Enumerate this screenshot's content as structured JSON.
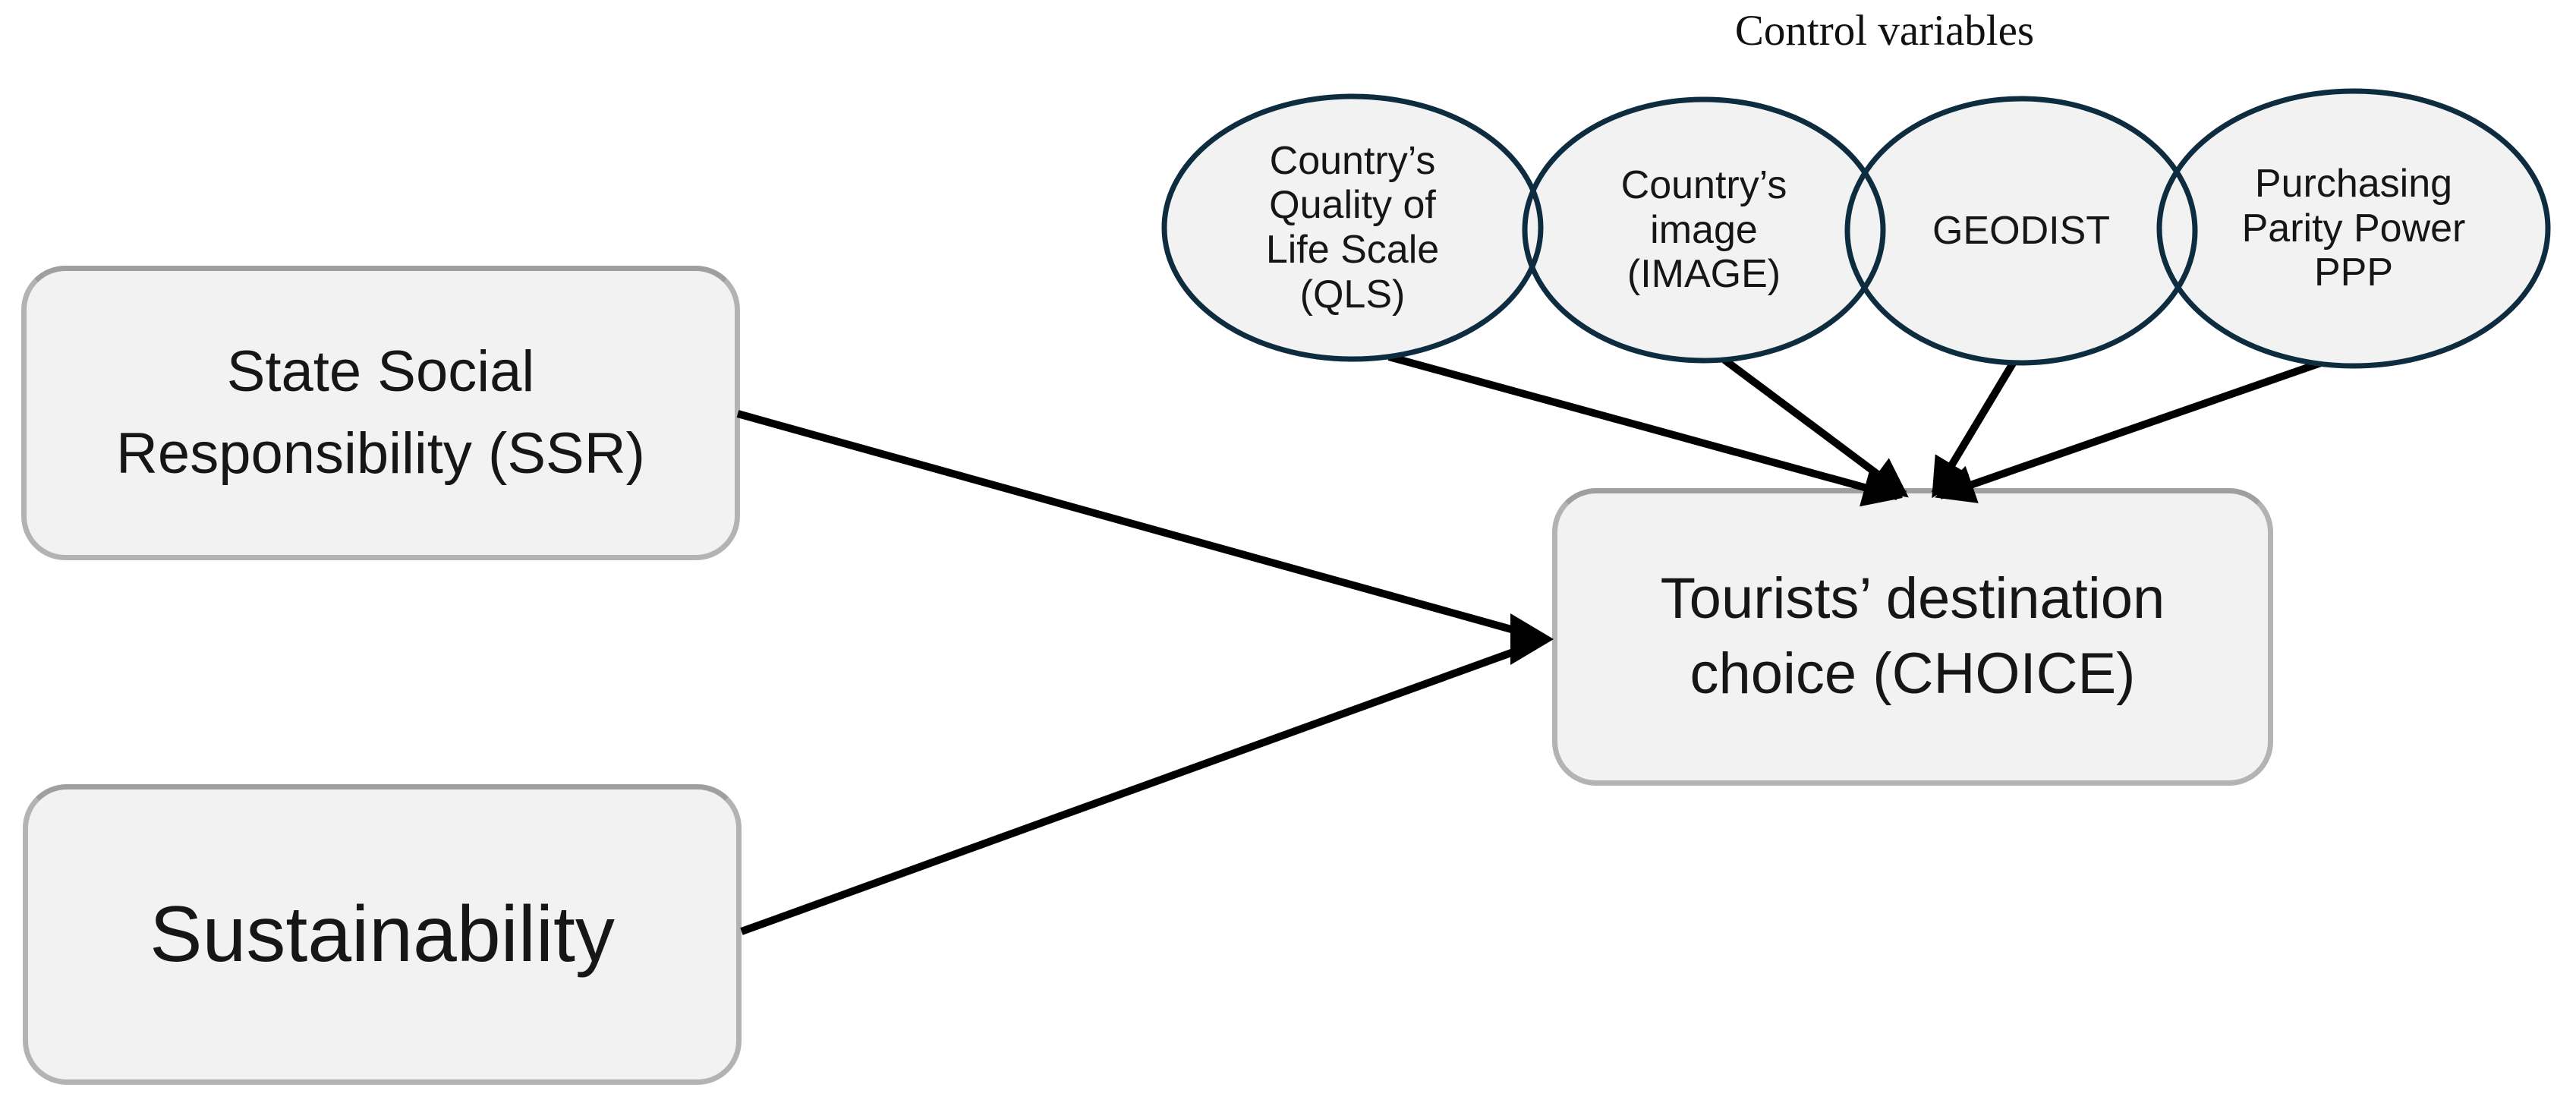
{
  "figure": {
    "control_label": "Control variables"
  },
  "nodes": {
    "ssr": {
      "type": "box",
      "label": "State Social\nResponsibility (SSR)"
    },
    "sustainability": {
      "type": "box",
      "label": "Sustainability"
    },
    "choice": {
      "type": "box",
      "label": "Tourists’ destination\nchoice (CHOICE)"
    },
    "qls": {
      "type": "ellipse",
      "label": "Country’s\nQuality of\nLife Scale\n(QLS)"
    },
    "country_image": {
      "type": "ellipse",
      "label": "Country’s\nimage\n(IMAGE)"
    },
    "geodist": {
      "type": "ellipse",
      "label": "GEODIST"
    },
    "ppp": {
      "type": "ellipse",
      "label": "Purchasing\nParity Power\nPPP"
    }
  },
  "edges": [
    {
      "from": "ssr",
      "to": "choice"
    },
    {
      "from": "sustainability",
      "to": "choice"
    },
    {
      "from": "qls",
      "to": "choice"
    },
    {
      "from": "country_image",
      "to": "choice"
    },
    {
      "from": "geodist",
      "to": "choice"
    },
    {
      "from": "ppp",
      "to": "choice"
    }
  ],
  "colors": {
    "background": "#ffffff",
    "node_fill": "#f2f2f2",
    "box_border": "#b3b3b3",
    "ellipse_border": "#0d2c3f",
    "arrow": "#000000",
    "text": "#161616"
  }
}
